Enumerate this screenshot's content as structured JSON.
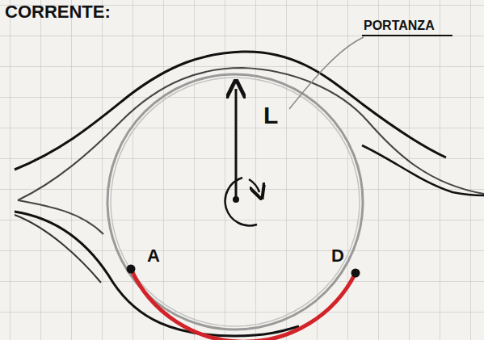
{
  "diagram": {
    "labels": [
      "CORRENTE:",
      "PORTANZA",
      "L",
      "A",
      "D"
    ]
  }
}
